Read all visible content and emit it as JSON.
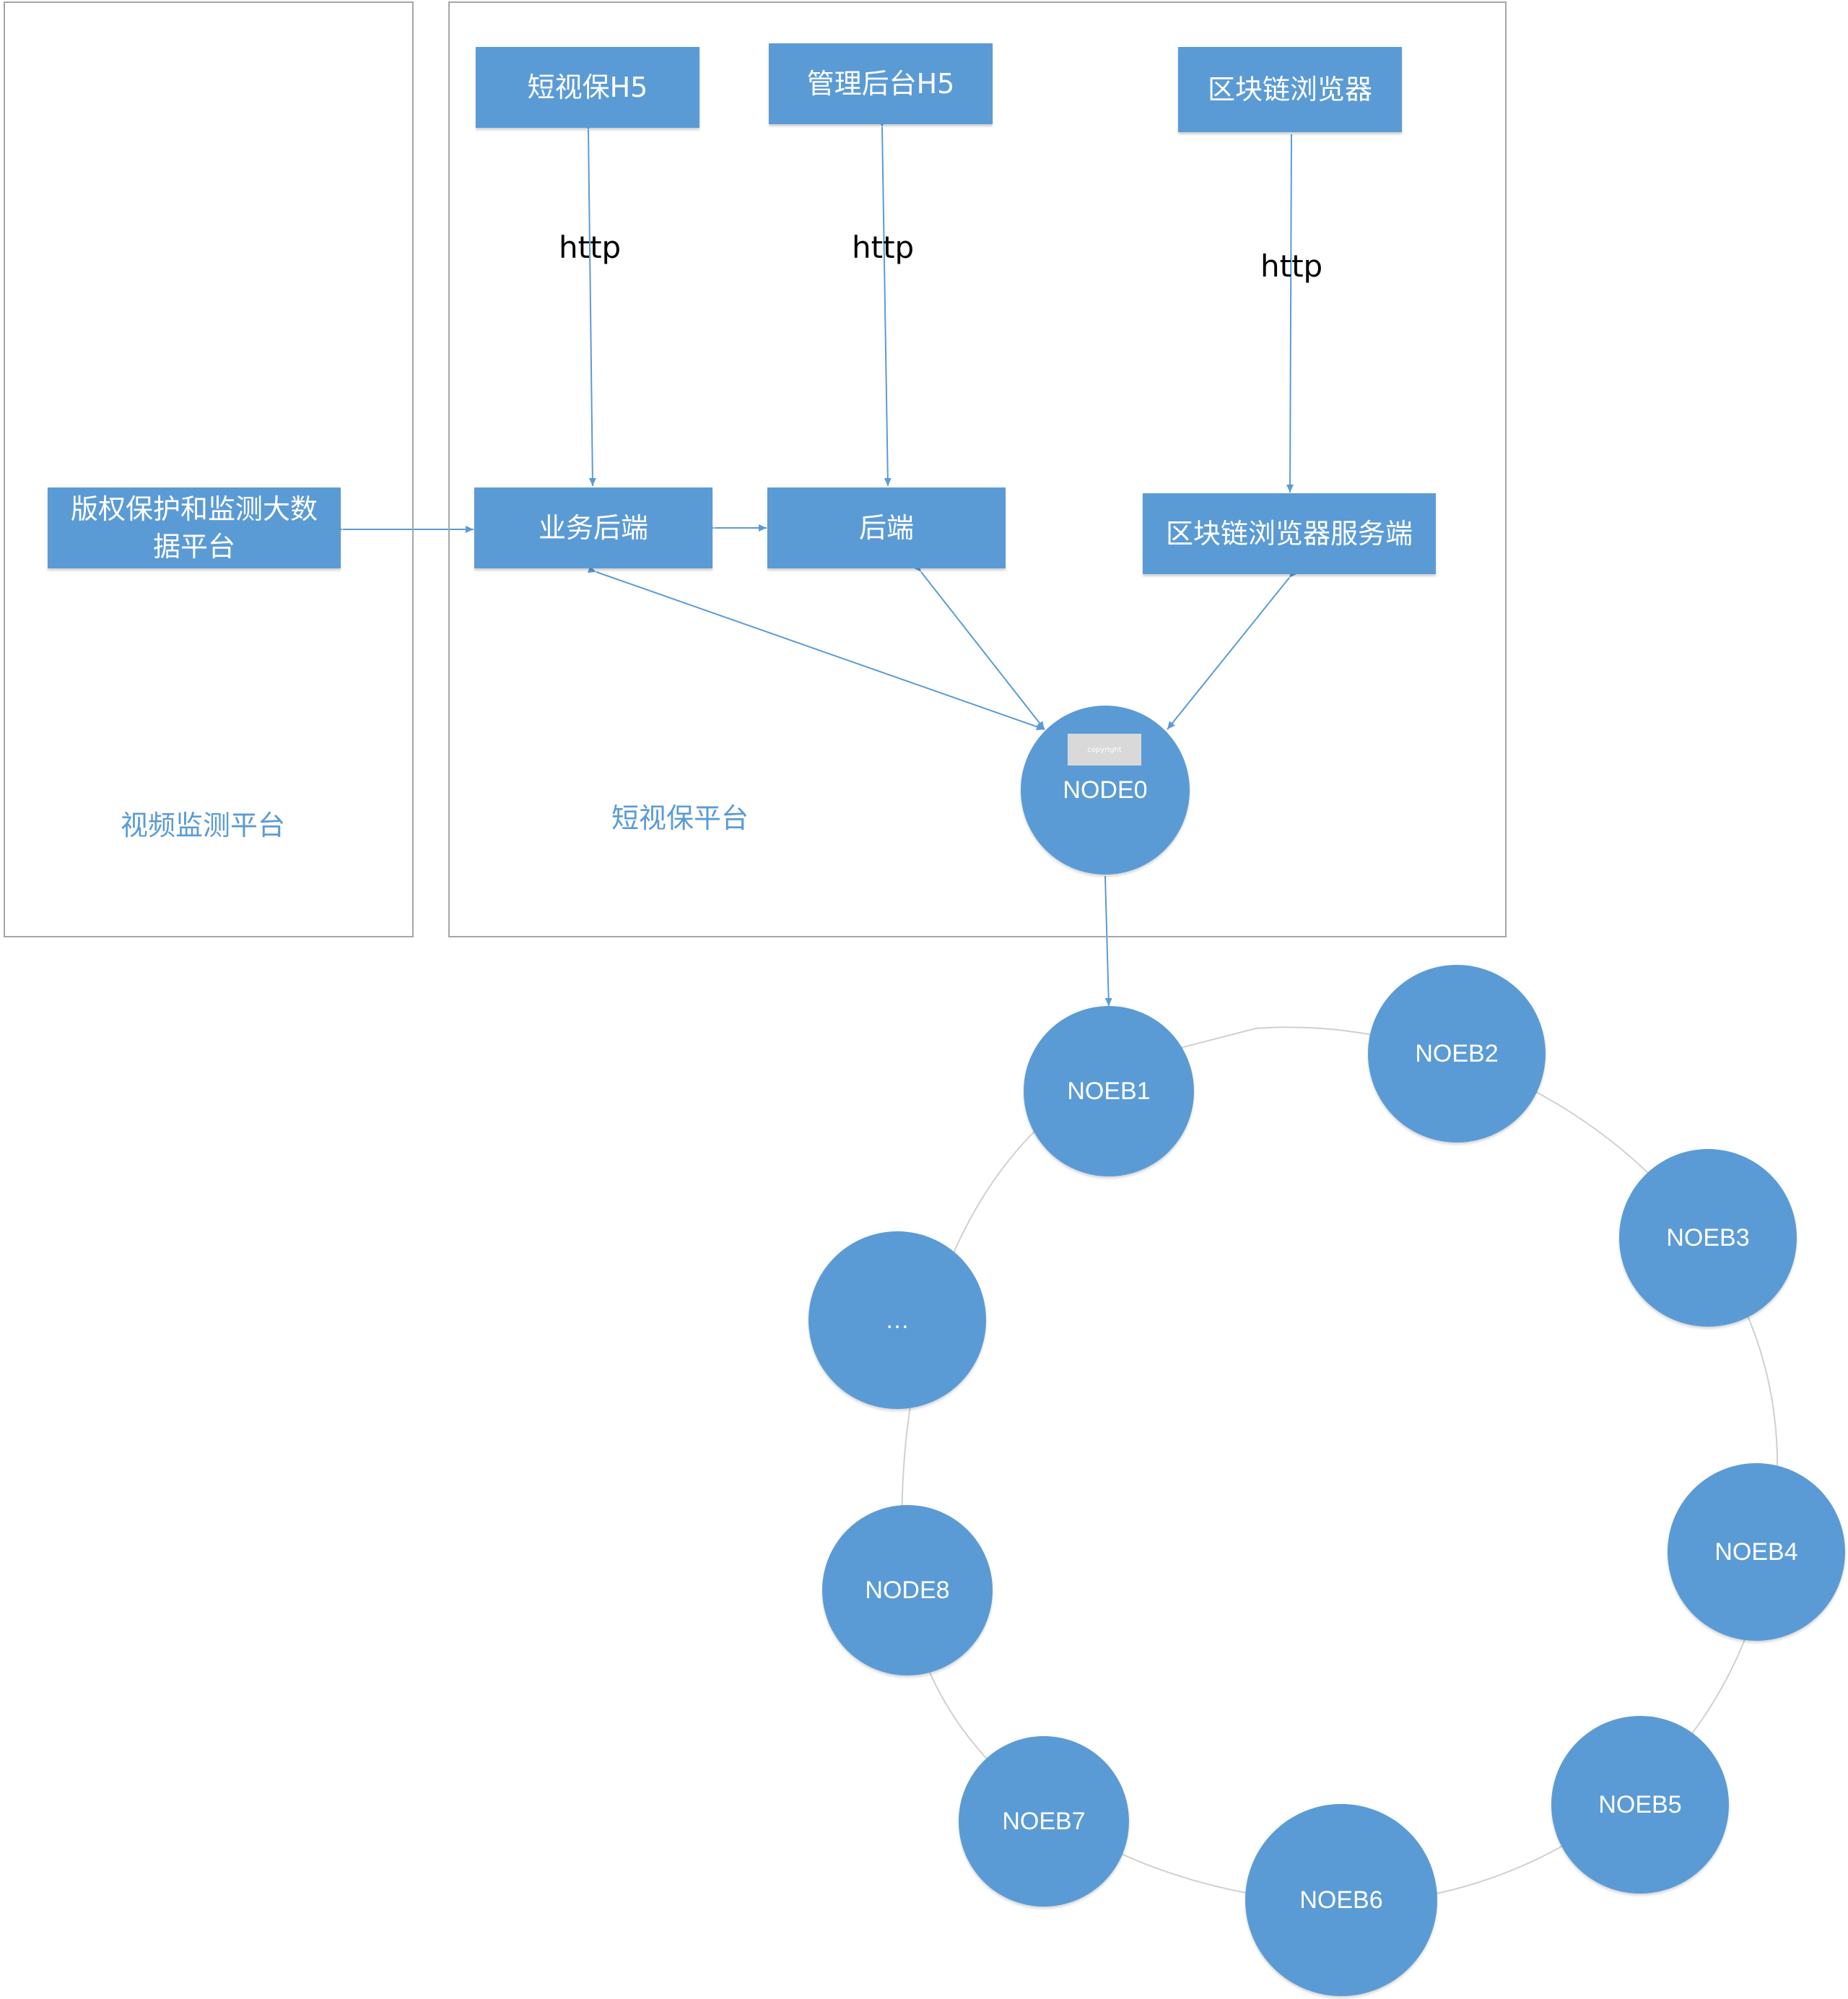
{
  "panels": {
    "left_title": "视频监测平台",
    "right_title": "短视保平台"
  },
  "boxes": {
    "short_video_h5": "短视保H5",
    "admin_h5": "管理后台H5",
    "blockchain_browser": "区块链浏览器",
    "copyright_platform": "版权保护和监测大数据平台",
    "business_backend": "业务后端",
    "backend": "后端",
    "browser_server": "区块链浏览器服务端"
  },
  "edges": {
    "http_1": "http",
    "http_2": "http",
    "http_3": "http"
  },
  "nodes": {
    "node0": "NODE0",
    "node0_tag": "copyright",
    "n1": "NOEB1",
    "n2": "NOEB2",
    "n3": "NOEB3",
    "n4": "NOEB4",
    "n5": "NOEB5",
    "n6": "NOEB6",
    "n7": "NOEB7",
    "n8": "NODE8",
    "ellipsis": "…"
  },
  "colors": {
    "accent": "#5b9bd5",
    "panel_border": "#a6a6a6",
    "ring": "#d0d0d0"
  }
}
